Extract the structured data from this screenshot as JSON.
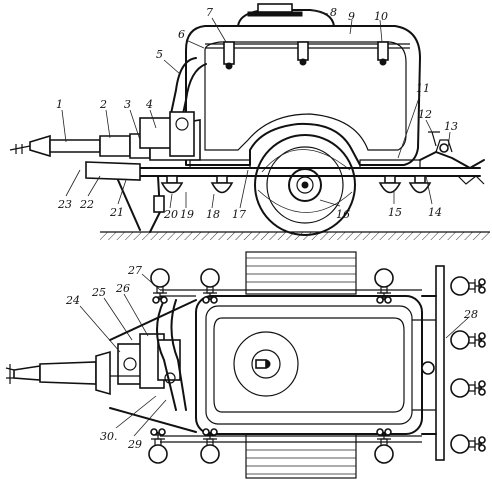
{
  "callouts": [
    {
      "id": "1",
      "text": "1"
    },
    {
      "id": "2",
      "text": "2"
    },
    {
      "id": "3",
      "text": "3"
    },
    {
      "id": "4",
      "text": "4"
    },
    {
      "id": "5",
      "text": "5"
    },
    {
      "id": "6",
      "text": "6"
    },
    {
      "id": "7",
      "text": "7"
    },
    {
      "id": "8",
      "text": "8"
    },
    {
      "id": "9",
      "text": "9"
    },
    {
      "id": "10",
      "text": "10"
    },
    {
      "id": "11",
      "text": "11"
    },
    {
      "id": "12",
      "text": "12"
    },
    {
      "id": "13",
      "text": "13"
    },
    {
      "id": "14",
      "text": "14"
    },
    {
      "id": "15",
      "text": "15"
    },
    {
      "id": "16",
      "text": "16"
    },
    {
      "id": "17",
      "text": "17"
    },
    {
      "id": "18",
      "text": "18"
    },
    {
      "id": "19",
      "text": "19"
    },
    {
      "id": "20",
      "text": "20"
    },
    {
      "id": "21",
      "text": "21"
    },
    {
      "id": "22",
      "text": "22"
    },
    {
      "id": "23",
      "text": "23"
    },
    {
      "id": "24",
      "text": "24"
    },
    {
      "id": "25",
      "text": "25"
    },
    {
      "id": "26",
      "text": "26"
    },
    {
      "id": "27",
      "text": "27"
    },
    {
      "id": "28",
      "text": "28"
    },
    {
      "id": "29",
      "text": "29"
    },
    {
      "id": "30",
      "text": "30."
    }
  ]
}
